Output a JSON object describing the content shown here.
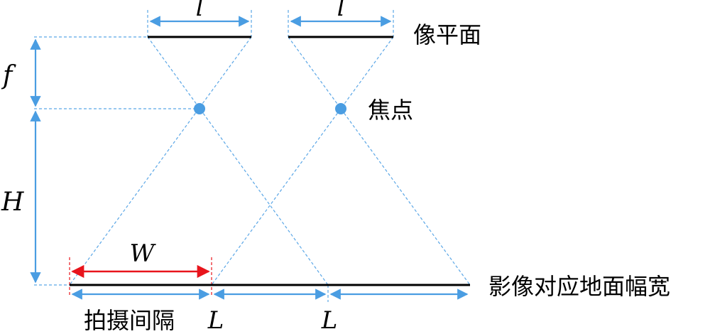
{
  "labels": {
    "sensor_length_left": "l",
    "sensor_length_right": "l",
    "image_plane": "像平面",
    "focal_length": "f",
    "focal_point": "焦点",
    "height": "H",
    "width": "W",
    "ground_width": "影像对应地面幅宽",
    "shooting_interval": "拍摄间隔",
    "interval_a": "L",
    "interval_b": "L"
  },
  "colors": {
    "guide_blue": "#5aa6e6",
    "arrow_blue": "#4a9de2",
    "focal_dot": "#4a9de2",
    "width_red": "#e8141c",
    "line_black": "#000000"
  }
}
